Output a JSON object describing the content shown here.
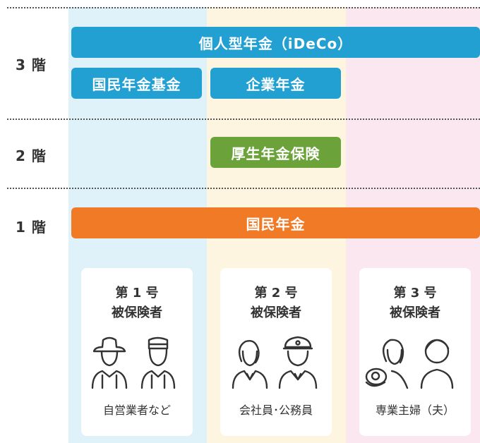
{
  "floors": [
    {
      "label": "3 階"
    },
    {
      "label": "2 階"
    },
    {
      "label": "1 階"
    }
  ],
  "bars": {
    "ideco": "個人型年金（iDeCo）",
    "kokumin_kikin": "国民年金基金",
    "kigyo": "企業年金",
    "kosei": "厚生年金保険",
    "kokumin": "国民年金"
  },
  "colors": {
    "blue": "#22a0d1",
    "green": "#6ba23a",
    "orange": "#f07a25",
    "col1_bg": "#dff1f9",
    "col2_bg": "#fdf5df",
    "col3_bg": "#fbe7ef"
  },
  "cards": [
    {
      "title_line1": "第 1 号",
      "title_line2": "被保険者",
      "caption": "自営業者など",
      "icon": "farmer-and-craftsman-icon"
    },
    {
      "title_line1": "第 2 号",
      "title_line2": "被保険者",
      "caption": "会社員･公務員",
      "icon": "office-worker-and-officer-icon"
    },
    {
      "title_line1": "第 3 号",
      "title_line2": "被保険者",
      "caption": "専業主婦（夫）",
      "icon": "homemaker-with-baby-icon"
    }
  ]
}
